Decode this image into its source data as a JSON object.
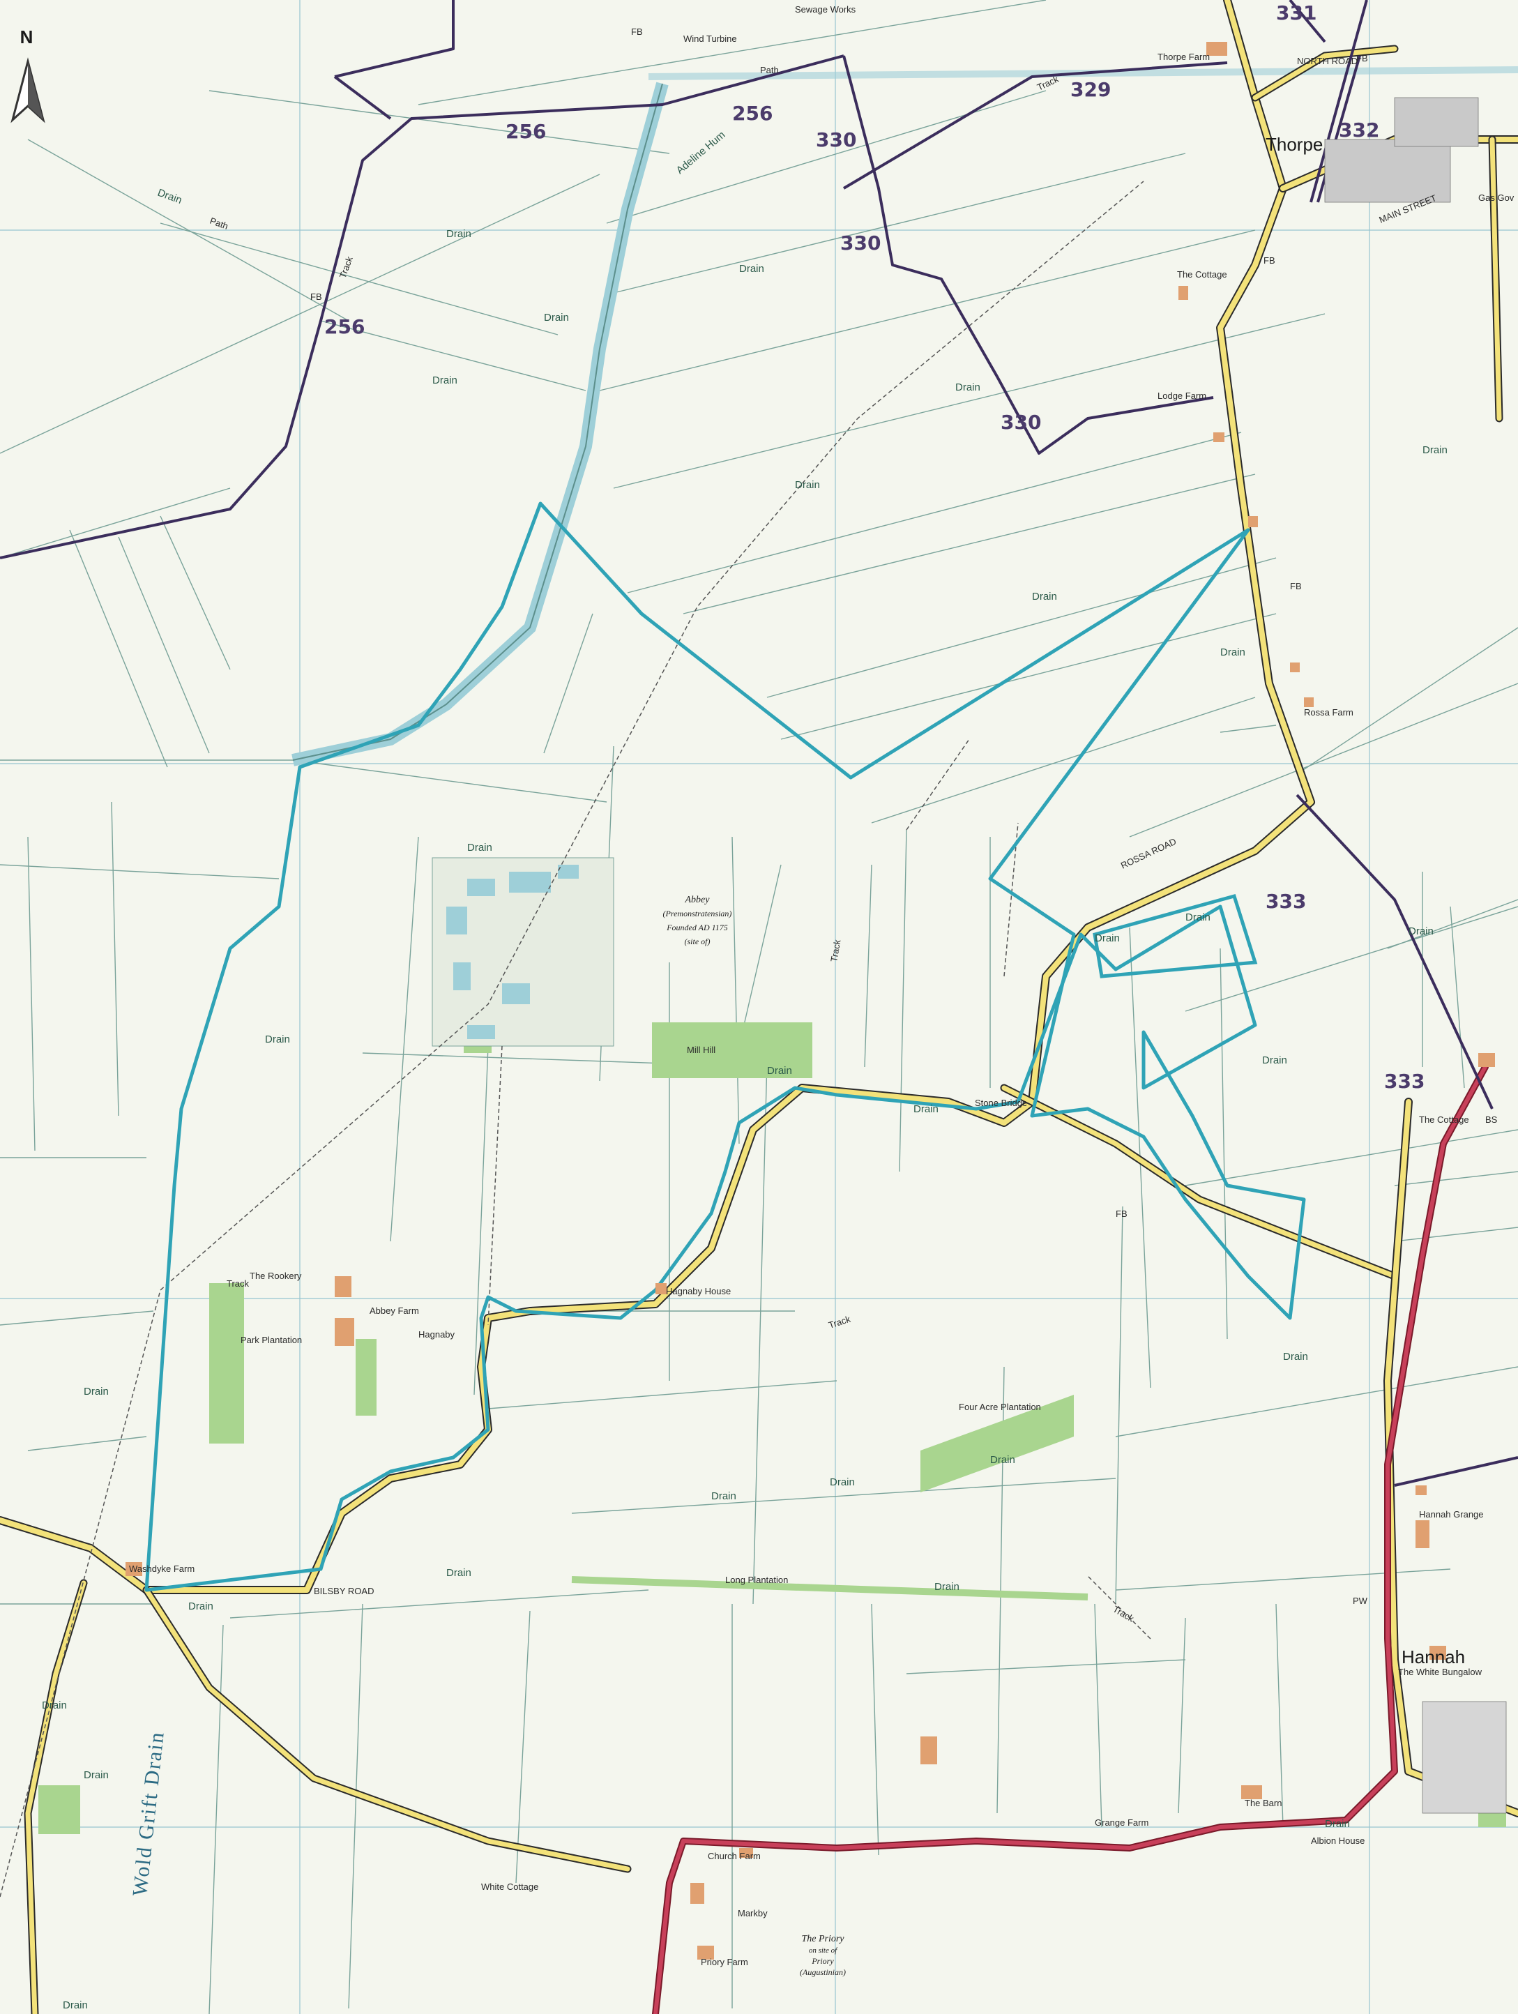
{
  "north_label": "N",
  "parcels": [
    "331",
    "329",
    "256",
    "256",
    "256",
    "330",
    "330",
    "330",
    "332",
    "333",
    "333"
  ],
  "villages": {
    "thorpe": "Thorpe",
    "hannah": "Hannah"
  },
  "places": {
    "sewage_works": "Sewage Works",
    "wind_turbine": "Wind Turbine",
    "thorpe_farm": "Thorpe Farm",
    "north_road": "NORTH ROAD",
    "main_street": "MAIN STREET",
    "gas_gov": "Gas Gov",
    "the_cottage_n": "The Cottage",
    "lodge_farm": "Lodge Farm",
    "rossa_farm": "Rossa Farm",
    "abbey": "Abbey",
    "abbey_sub": "(Premonstratensian)",
    "abbey_founded": "Founded AD 1175",
    "abbey_site": "(site of)",
    "mill_hill": "Mill Hill",
    "stone_bridge": "Stone Bridge",
    "the_rookery": "The Rookery",
    "abbey_farm": "Abbey Farm",
    "hagnaby": "Hagnaby",
    "hagnaby_house": "Hagnaby House",
    "park_plantation": "Park Plantation",
    "four_acre": "Four Acre Plantation",
    "long_plantation": "Long Plantation",
    "washdyke_farm": "Washdyke Farm",
    "hannah_grange": "Hannah Grange",
    "white_bungalow": "The White Bungalow",
    "the_barn": "The Barn",
    "grange_farm": "Grange Farm",
    "albion_house": "Albion House",
    "church_farm": "Church Farm",
    "markby": "Markby",
    "white_cottage": "White Cottage",
    "priory": "The Priory",
    "priory_sub": "on site of",
    "priory_sub2": "Priory",
    "priory_sub3": "(Augustinian)",
    "priory_farm": "Priory Farm",
    "the_cottage_e": "The Cottage",
    "wold_grift": "Wold Grift Drain",
    "adeline_hum": "Adeline Hum",
    "bilsby_road": "BILSBY ROAD",
    "rossa_road": "ROSSA ROAD"
  },
  "labels": {
    "drain": "Drain",
    "track": "Track",
    "path": "Path",
    "fb": "FB",
    "pw": "PW",
    "bs": "BS"
  },
  "colors": {
    "background": "#f4f6ee",
    "boundary": "#2fa3b6",
    "parish": "#3b2d5c",
    "road_yellow": "#f3e27a",
    "road_red": "#c8405a",
    "woodland": "#a9d58f",
    "water": "#9ecfd8"
  }
}
